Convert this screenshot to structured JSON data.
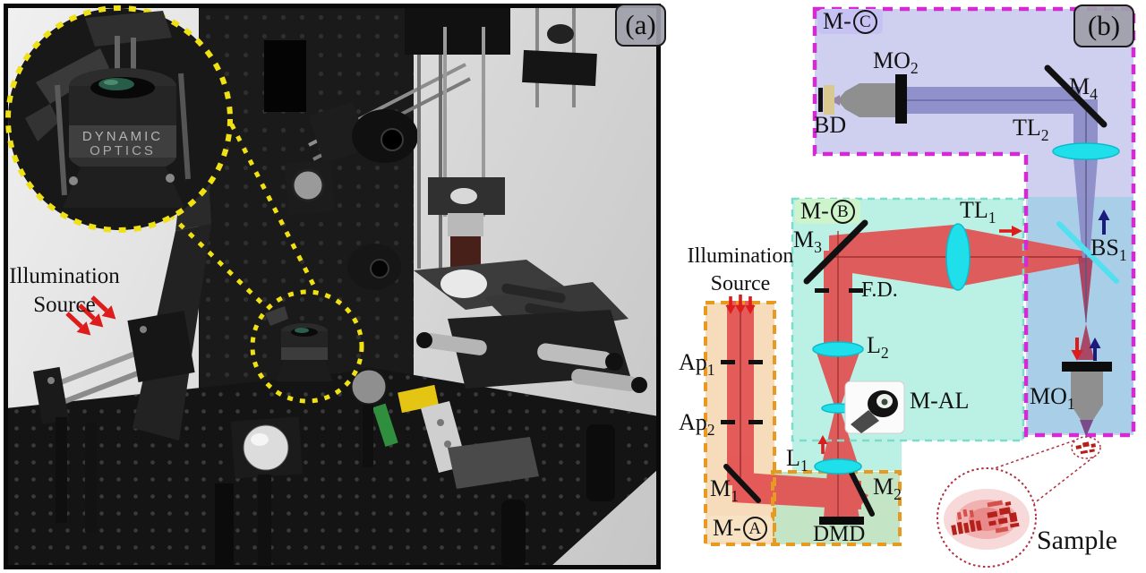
{
  "figure": {
    "panel_a": {
      "tag": "(a)",
      "labels": {
        "illumination_line1": "Illumination",
        "illumination_line2": "Source"
      },
      "inset": {
        "device_line1": "DYNAMIC",
        "device_line2": "OPTICS"
      }
    },
    "panel_b": {
      "tag": "(b)",
      "modules": {
        "c": {
          "prefix": "M-",
          "letter": "C"
        },
        "b": {
          "prefix": "M-",
          "letter": "B"
        },
        "a": {
          "prefix": "M-",
          "letter": "A"
        }
      },
      "labels": {
        "mo2": {
          "base": "MO",
          "sub": "2"
        },
        "bd": "BD",
        "m4": {
          "base": "M",
          "sub": "4"
        },
        "tl2": {
          "base": "TL",
          "sub": "2"
        },
        "tl1": {
          "base": "TL",
          "sub": "1"
        },
        "m3": {
          "base": "M",
          "sub": "3"
        },
        "bs1": {
          "base": "BS",
          "sub": "1"
        },
        "fd": "F.D.",
        "illumination_line1": "Illumination",
        "illumination_line2": "Source",
        "ap1": {
          "base": "Ap",
          "sub": "1"
        },
        "ap2": {
          "base": "Ap",
          "sub": "2"
        },
        "l2": {
          "base": "L",
          "sub": "2"
        },
        "mal": "M-AL",
        "l1": {
          "base": "L",
          "sub": "1"
        },
        "m1": {
          "base": "M",
          "sub": "1"
        },
        "m2": {
          "base": "M",
          "sub": "2"
        },
        "dmd": "DMD",
        "mo1": {
          "base": "MO",
          "sub": "1"
        },
        "sample": "Sample"
      },
      "colors": {
        "module_c_fill": "#cfcfef",
        "module_c_border": "#d42ad4",
        "module_b_fill": "#baf1e4",
        "module_b_border": "#7cdccb",
        "module_a_fill": "#f6dcba",
        "module_a_border": "#e8991f",
        "dmd_region_fill": "#c3e4c5",
        "bs_column_fill": "#a9cfe8",
        "beam_red": "#e25050",
        "beam_purple": "#8b8bc8",
        "lens_cyan": "#1fe0ea",
        "arrow_red": "#dd1c1c",
        "arrow_navy": "#1b1b7e",
        "sample_red": "#b5201a",
        "inset_circle_yellow": "#f0e114"
      }
    }
  }
}
